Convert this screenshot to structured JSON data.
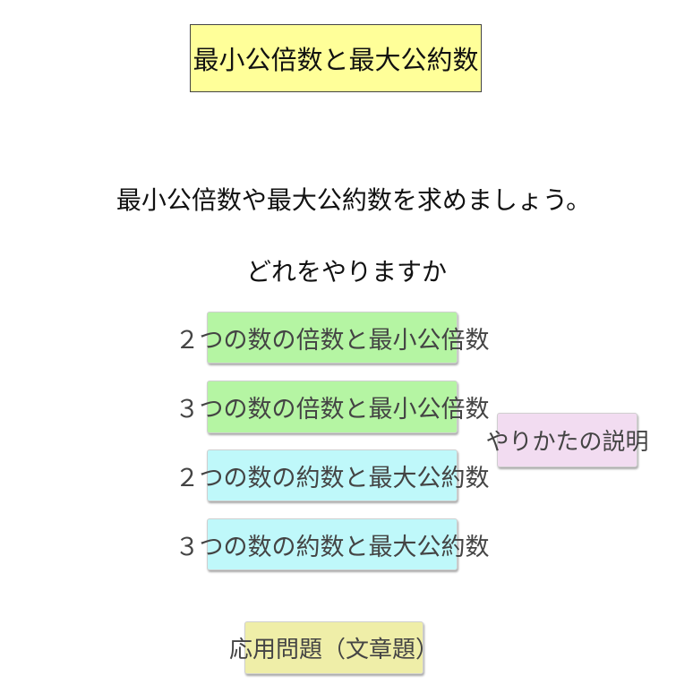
{
  "header": {
    "title": "最小公倍数と最大公約数"
  },
  "intro": {
    "line1": "最小公倍数や最大公約数を求めましょう。",
    "line2": "どれをやりますか"
  },
  "menu": {
    "items": [
      {
        "label": "２つの数の倍数と最小公倍数",
        "color": "#b5f5a3"
      },
      {
        "label": "３つの数の倍数と最小公倍数",
        "color": "#b5f5a3"
      },
      {
        "label": "２つの数の約数と最大公約数",
        "color": "#bff8fa"
      },
      {
        "label": "３つの数の約数と最大公約数",
        "color": "#bff8fa"
      }
    ],
    "howto": {
      "label": "やりかたの説明",
      "color": "#f2dcf1"
    },
    "applied": {
      "label": "応用問題（文章題）",
      "color": "#efeea8"
    }
  },
  "colors": {
    "title_bg": "#ffff99",
    "background": "#ffffff"
  }
}
